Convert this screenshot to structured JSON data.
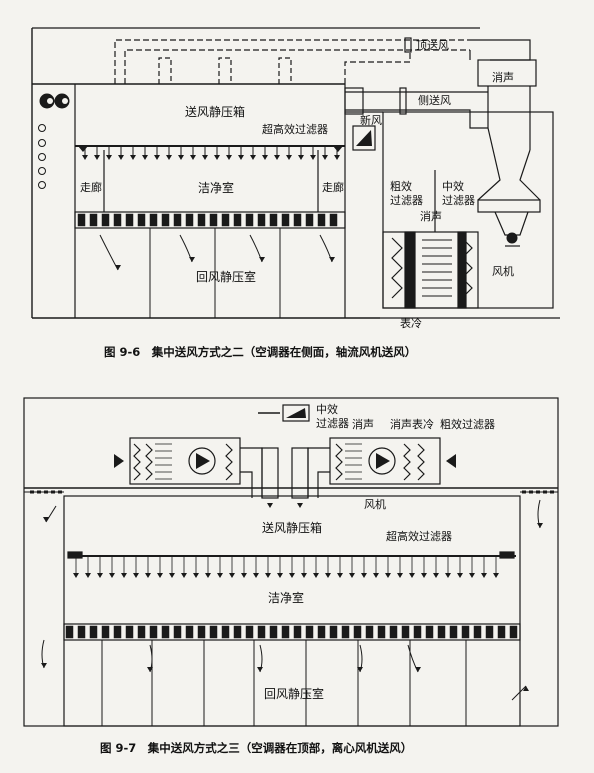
{
  "figure1": {
    "caption": "图 9-6　集中送风方式之二（空调器在侧面，轴流风机送风）",
    "labels": {
      "top_supply": "顶送风",
      "muffler": "消声",
      "side_supply": "侧送风",
      "supply_plenum": "送风静压箱",
      "hepa_filter": "超高效过滤器",
      "fresh_air": "新风",
      "corridor_left": "走廊",
      "clean_room": "洁净室",
      "corridor_right": "走廊",
      "coarse_filter": "粗效\n过滤器",
      "medium_filter": "中效\n过滤器",
      "muffler2": "消声",
      "return_plenum": "回风静压室",
      "fan": "风机",
      "cooler": "表冷"
    }
  },
  "figure2": {
    "caption": "图 9-7　集中送风方式之三（空调器在顶部，离心风机送风）",
    "labels": {
      "medium_filter": "中效\n过滤器",
      "muffler": "消声",
      "muffler_cooler": "消声表冷",
      "coarse_filter": "粗效过滤器",
      "fan": "风机",
      "supply_plenum": "送风静压箱",
      "hepa_filter": "超高效过滤器",
      "clean_room": "洁净室",
      "return_plenum": "回风静压室"
    }
  }
}
